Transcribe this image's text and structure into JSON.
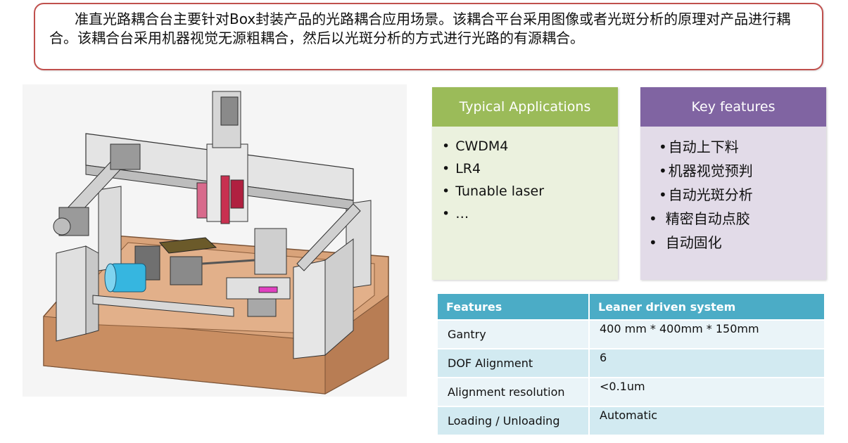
{
  "intro": {
    "text": "准直光路耦合台主要针对Box封装产品的光路耦合应用场景。该耦合平台采用图像或者光斑分析的原理对产品进行耦合。该耦合台采用机器视觉无源粗耦合，然后以光斑分析的方式进行光路的有源耦合。"
  },
  "applications": {
    "title": "Typical Applications",
    "items": [
      "CWDM4",
      "LR4",
      "Tunable laser",
      "…"
    ],
    "header_color": "#9bbb59",
    "body_color": "#ebf1de"
  },
  "key_features": {
    "title": "Key features",
    "items": [
      "自动上下料",
      "机器视觉预判",
      "自动光斑分析",
      "精密自动点胶",
      "自动固化"
    ],
    "header_color": "#8064a2",
    "body_color": "#e2dbe8"
  },
  "spec_table": {
    "headers": [
      "Features",
      "Leaner driven system"
    ],
    "rows": [
      [
        "Gantry",
        "400 mm * 400mm * 150mm"
      ],
      [
        "DOF Alignment",
        "6"
      ],
      [
        "Alignment resolution",
        "<0.1um"
      ],
      [
        "Loading / Unloading",
        "Automatic"
      ]
    ],
    "header_color": "#4bacc6"
  },
  "colors": {
    "intro_border": "#c0504d"
  }
}
